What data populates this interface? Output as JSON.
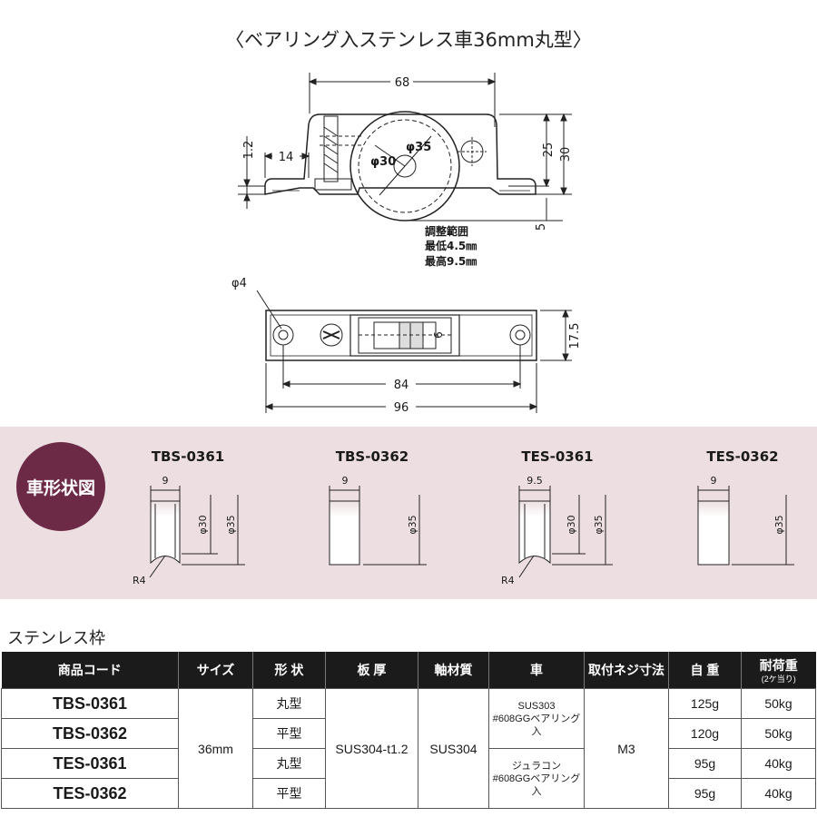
{
  "title": "〈ベアリング入ステンレス車36mm丸型〉",
  "dims_top": {
    "width": "68",
    "height_a": "25",
    "height_b": "30",
    "thickness": "1.2",
    "edge": "14",
    "wheel_outer": "φ35",
    "wheel_inner": "φ30",
    "drop": "5",
    "adjust_title": "調整範囲",
    "adjust_min": "最低4.5㎜",
    "adjust_max": "最高9.5㎜"
  },
  "dims_bottom": {
    "hole": "φ4",
    "height": "17.5",
    "wheel_w": "9",
    "pitch": "84",
    "total": "96"
  },
  "shapes": {
    "badge": "車形状図",
    "items": [
      {
        "code": "TBS-0361",
        "width": "9",
        "dia_inner": "φ30",
        "dia_outer": "φ35",
        "radius": "R4"
      },
      {
        "code": "TBS-0362",
        "width": "9",
        "dia_outer": "φ35"
      },
      {
        "code": "TES-0361",
        "width": "9.5",
        "dia_inner": "φ30",
        "dia_outer": "φ35",
        "radius": "R4"
      },
      {
        "code": "TES-0362",
        "width": "9",
        "dia_outer": "φ35"
      }
    ]
  },
  "section_title": "ステンレス枠",
  "table": {
    "headers": [
      "商品コード",
      "サイズ",
      "形 状",
      "板 厚",
      "軸材質",
      "車",
      "取付ネジ寸法",
      "自 重",
      "耐荷重"
    ],
    "load_note": "(2ケ当り)",
    "size": "36mm",
    "thickness": "SUS304-t1.2",
    "axle": "SUS304",
    "wheel_a": [
      "SUS303",
      "#608GGベアリング入"
    ],
    "wheel_b": [
      "ジュラコン",
      "#608GGベアリング入"
    ],
    "screw": "M3",
    "rows": [
      {
        "code": "TBS-0361",
        "shape": "丸型",
        "weight": "125g",
        "load": "50kg"
      },
      {
        "code": "TBS-0362",
        "shape": "平型",
        "weight": "120g",
        "load": "50kg"
      },
      {
        "code": "TES-0361",
        "shape": "丸型",
        "weight": "95g",
        "load": "40kg"
      },
      {
        "code": "TES-0362",
        "shape": "平型",
        "weight": "95g",
        "load": "40kg"
      }
    ]
  }
}
